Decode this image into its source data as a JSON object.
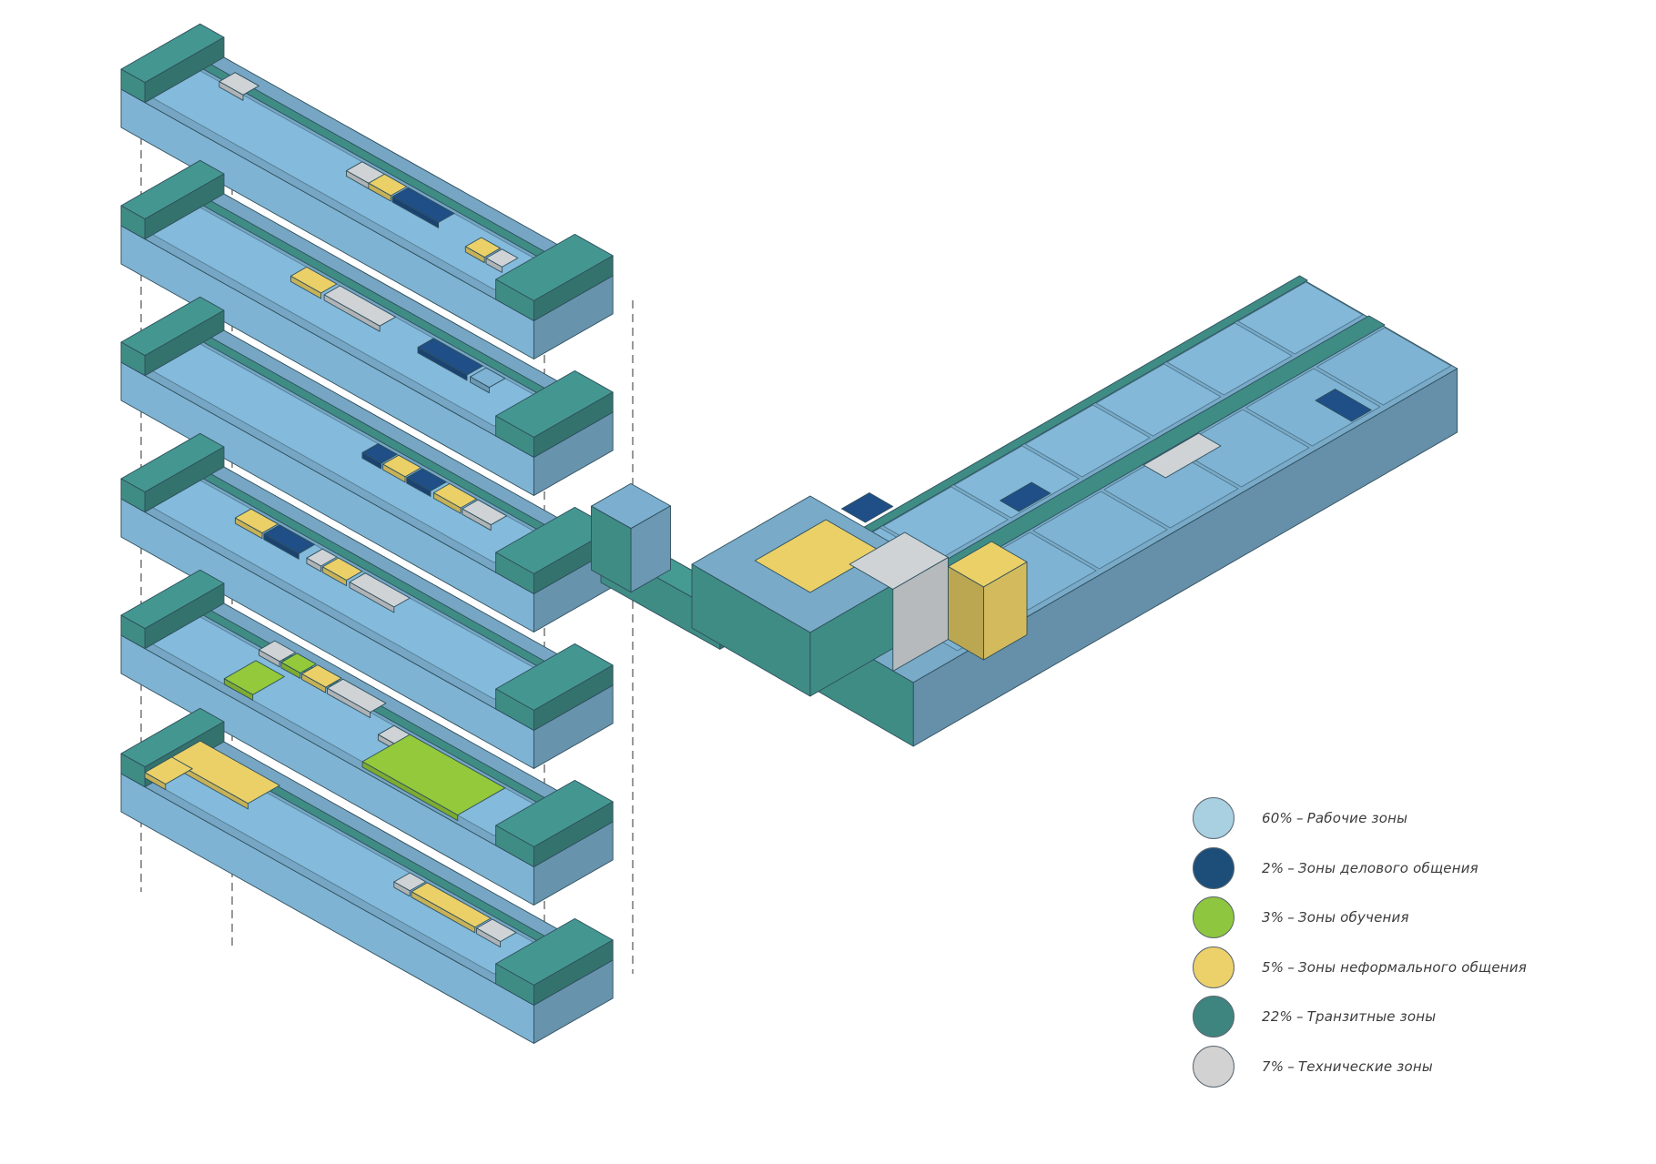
{
  "palette": {
    "work": "#7fb3d3",
    "business": "#1f4f86",
    "learning": "#93c93a",
    "informal": "#ead067",
    "transit": "#3f8c85",
    "technical": "#cfd3d6"
  },
  "legend": {
    "items": [
      {
        "percent": "60%",
        "sep": "–",
        "label": "Рабочие зоны",
        "color": "#a9d0e1"
      },
      {
        "percent": "2%",
        "sep": "–",
        "label": "Зоны делового общения",
        "color": "#1d4e7a"
      },
      {
        "percent": "3%",
        "sep": "–",
        "label": "Зоны обучения",
        "color": "#8ec63f"
      },
      {
        "percent": "5%",
        "sep": "–",
        "label": "Зоны неформального общения",
        "color": "#ecd06a"
      },
      {
        "percent": "22%",
        "sep": "–",
        "label": "Транзитные зоны",
        "color": "#3f857f"
      },
      {
        "percent": "7%",
        "sep": "–",
        "label": "Технические зоны",
        "color": "#d2d2d2"
      }
    ]
  }
}
